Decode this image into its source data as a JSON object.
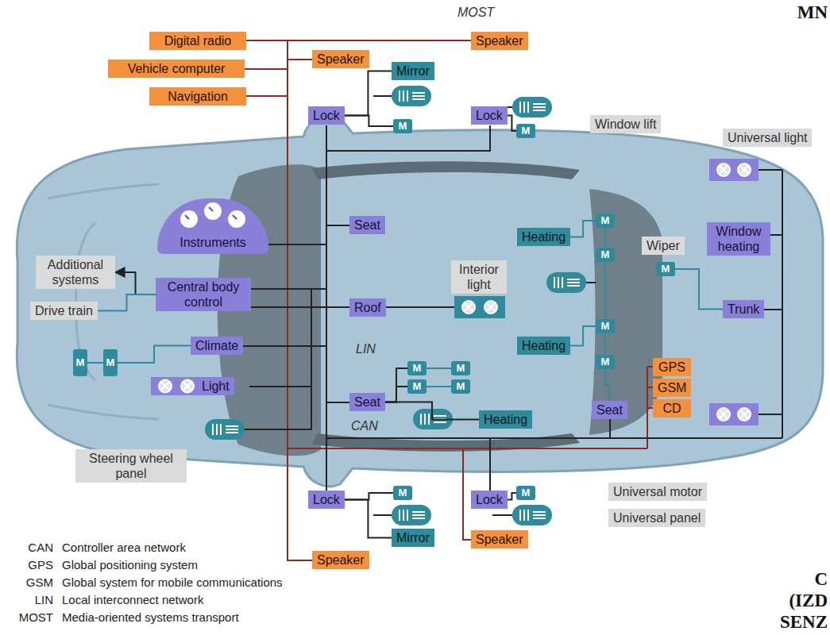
{
  "diagram": {
    "nodes": [
      {
        "text": [
          "Digital radio"
        ]
      },
      {
        "text": [
          "Vehicle computer"
        ]
      },
      {
        "text": [
          "Navigation"
        ]
      },
      {
        "text": [
          "Speaker"
        ]
      },
      {
        "text": [
          "Speaker"
        ]
      },
      {
        "text": [
          "Mirror"
        ]
      },
      {
        "text": [
          "Lock"
        ]
      },
      {
        "text": [
          "M"
        ]
      },
      {
        "text": [
          "Lock"
        ]
      },
      {
        "text": [
          "M"
        ]
      },
      {
        "text": [
          "Window lift"
        ]
      },
      {
        "text": [
          "Universal light"
        ]
      },
      {
        "text": [
          "Instruments"
        ]
      },
      {
        "text": [
          "Seat"
        ]
      },
      {
        "text": [
          "Heating"
        ]
      },
      {
        "text": [
          "M"
        ]
      },
      {
        "text": [
          "M"
        ]
      },
      {
        "text": [
          "Wiper"
        ]
      },
      {
        "text": [
          "M"
        ]
      },
      {
        "text": [
          "Window heating"
        ]
      },
      {
        "text": [
          "Additional systems"
        ]
      },
      {
        "text": [
          "Central body control"
        ]
      },
      {
        "text": [
          "Interior light"
        ]
      },
      {
        "text": [
          "Drive train"
        ]
      },
      {
        "text": [
          "Roof"
        ]
      },
      {
        "text": [
          "Trunk"
        ]
      },
      {
        "text": [
          "Climate"
        ]
      },
      {
        "text": [
          "M"
        ]
      },
      {
        "text": [
          "M"
        ]
      },
      {
        "text": [
          "Heating"
        ]
      },
      {
        "text": [
          "M"
        ]
      },
      {
        "text": [
          "M"
        ]
      },
      {
        "text": [
          "GPS"
        ]
      },
      {
        "text": [
          "GSM"
        ]
      },
      {
        "text": [
          "M"
        ]
      },
      {
        "text": [
          "M"
        ]
      },
      {
        "text": [
          "Light"
        ]
      },
      {
        "text": [
          "M"
        ]
      },
      {
        "text": [
          "M"
        ]
      },
      {
        "text": [
          "CD"
        ]
      },
      {
        "text": [
          "Seat"
        ]
      },
      {
        "text": [
          "Heating"
        ]
      },
      {
        "text": [
          "Seat"
        ]
      },
      {
        "text": [
          "Steering wheel panel"
        ]
      },
      {
        "text": [
          "Mirror"
        ]
      },
      {
        "text": [
          "Lock"
        ]
      },
      {
        "text": [
          "M"
        ]
      },
      {
        "text": [
          "Lock"
        ]
      },
      {
        "text": [
          "M"
        ]
      },
      {
        "text": [
          "Universal motor"
        ]
      },
      {
        "text": [
          "Universal panel"
        ]
      },
      {
        "text": [
          "Speaker"
        ]
      },
      {
        "text": [
          "Speaker"
        ]
      }
    ],
    "edges": [
      {
        "from": 6,
        "to": 5,
        "arrow": "none"
      },
      {
        "from": 6,
        "to": 7,
        "arrow": "none"
      },
      {
        "from": 8,
        "to": 9,
        "arrow": "none"
      },
      {
        "from": 45,
        "to": 44,
        "arrow": "none"
      },
      {
        "from": 45,
        "to": 46,
        "arrow": "none"
      },
      {
        "from": 47,
        "to": 48,
        "arrow": "none"
      },
      {
        "from": 21,
        "to": 20,
        "arrow": "to"
      },
      {
        "from": 21,
        "to": 23,
        "arrow": "none"
      },
      {
        "from": 26,
        "to": 28,
        "arrow": "none"
      },
      {
        "from": 28,
        "to": 27,
        "arrow": "none"
      },
      {
        "from": 14,
        "to": 15,
        "arrow": "none"
      },
      {
        "from": 15,
        "to": 16,
        "arrow": "none"
      },
      {
        "from": 16,
        "to": 30,
        "arrow": "none"
      },
      {
        "from": 29,
        "to": 30,
        "arrow": "none"
      },
      {
        "from": 30,
        "to": 31,
        "arrow": "none"
      },
      {
        "from": 42,
        "to": 31,
        "arrow": "none"
      },
      {
        "from": 40,
        "to": 34,
        "arrow": "none"
      },
      {
        "from": 34,
        "to": 35,
        "arrow": "none"
      },
      {
        "from": 40,
        "to": 37,
        "arrow": "none"
      },
      {
        "from": 37,
        "to": 38,
        "arrow": "none"
      },
      {
        "from": 40,
        "to": 41,
        "arrow": "none"
      },
      {
        "from": 18,
        "to": 25,
        "arrow": "none"
      }
    ],
    "labels": [
      "MOST",
      "LIN",
      "CAN",
      "CAN",
      "Controller area network",
      "GPS",
      "Global positioning system",
      "GSM",
      "Global system for mobile communications",
      "LIN",
      "Local interconnect network",
      "MOST",
      "Media-oriented systems transport",
      "MN",
      "C",
      "(IZD",
      "SENZ"
    ]
  }
}
